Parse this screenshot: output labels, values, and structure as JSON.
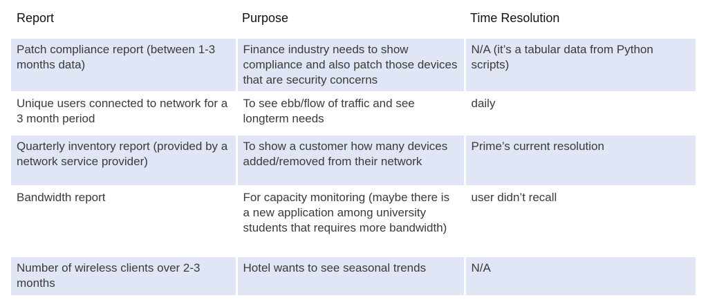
{
  "headers": [
    "Report",
    "Purpose",
    "Time Resolution"
  ],
  "rows": [
    {
      "report": "Patch compliance report (between 1-3 months data)",
      "purpose": "Finance industry needs to show compliance and also patch those devices that are security concerns",
      "resolution": "N/A (it’s a tabular data from Python scripts)"
    },
    {
      "report": "Unique users connected to network for a 3 month period",
      "purpose": "To see ebb/flow of traffic and see longterm needs",
      "resolution": "daily"
    },
    {
      "report": "Quarterly inventory report (provided by a network service provider)",
      "purpose": "To show a customer how many devices added/removed from their network",
      "resolution": "Prime’s current resolution"
    },
    {
      "report": "Bandwidth report",
      "purpose": "For capacity monitoring (maybe there is a new application among university students that requires more bandwidth)",
      "resolution": "user didn’t recall"
    },
    {
      "report": "Number of wireless clients over 2-3 months",
      "purpose": "Hotel wants to see seasonal trends",
      "resolution": "N/A"
    }
  ]
}
